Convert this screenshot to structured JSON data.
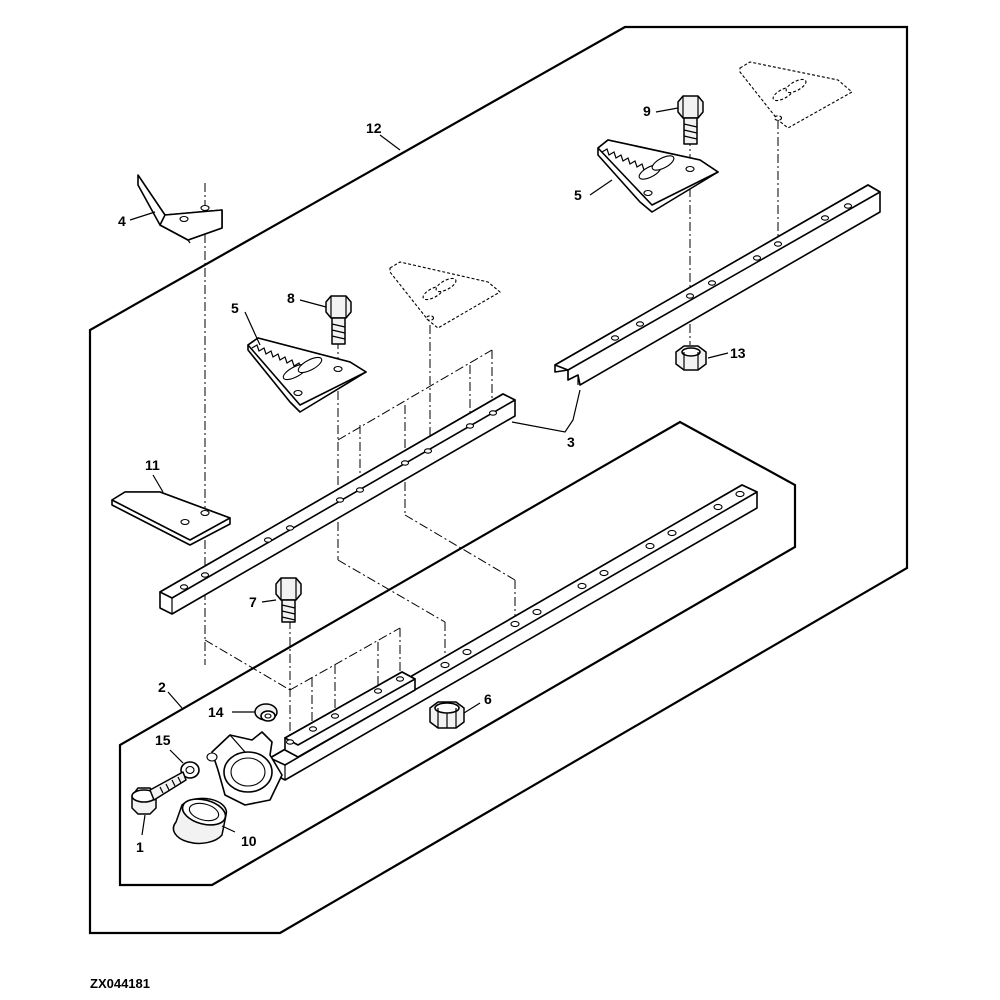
{
  "figure_code": "ZX044181",
  "callouts": {
    "c1": "1",
    "c2": "2",
    "c3": "3",
    "c4": "4",
    "c5a": "5",
    "c5b": "5",
    "c6": "6",
    "c7": "7",
    "c8": "8",
    "c9": "9",
    "c10": "10",
    "c11": "11",
    "c12": "12",
    "c13": "13",
    "c14": "14",
    "c15": "15"
  }
}
